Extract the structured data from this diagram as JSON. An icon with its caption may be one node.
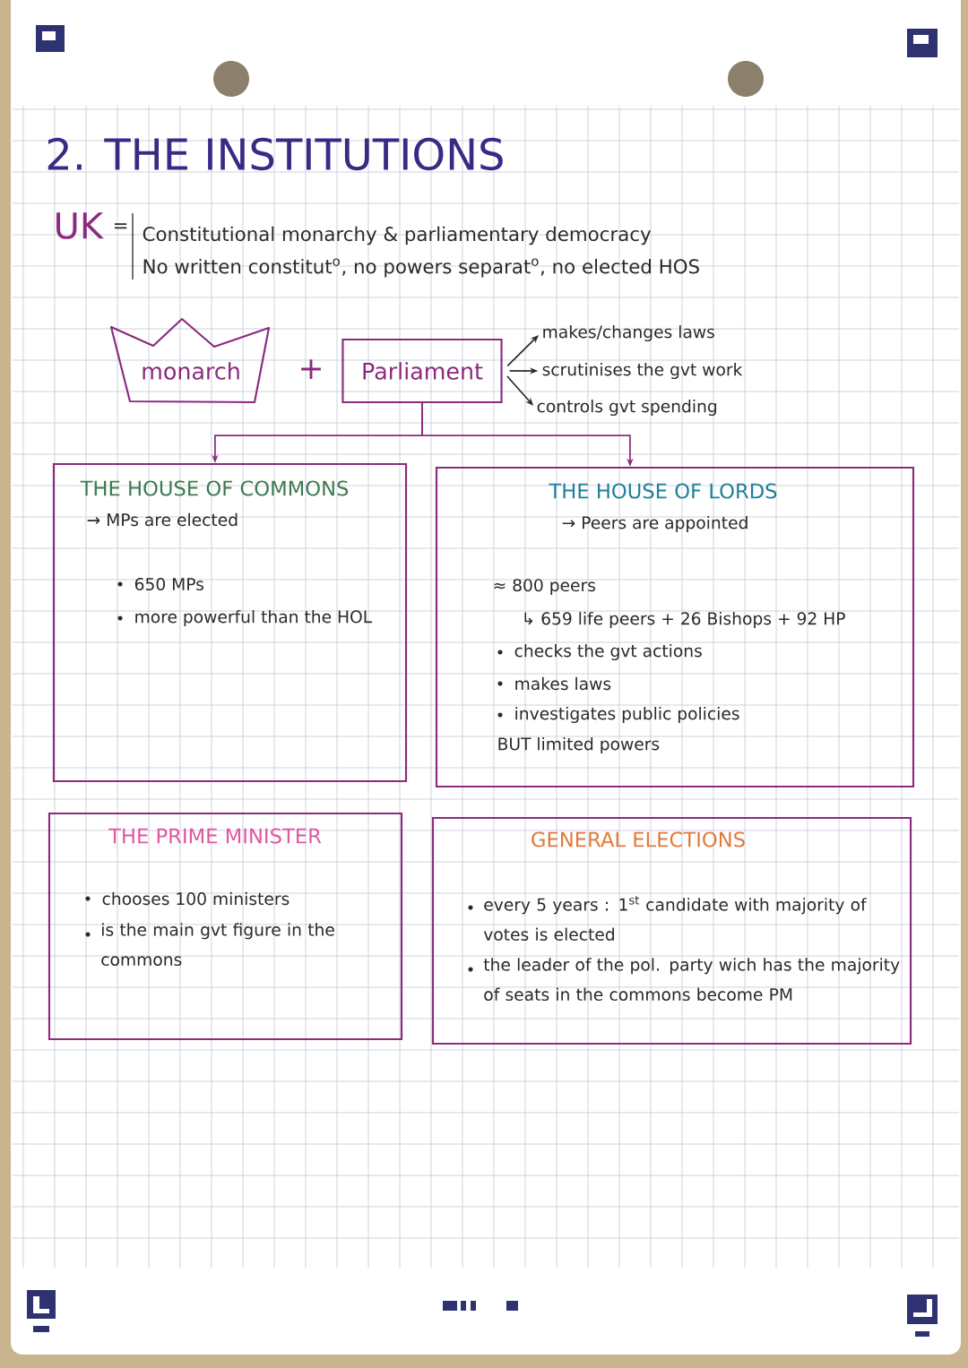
{
  "diagram": {
    "title": "2. THE INSTITUTIONS",
    "nodes": [
      {
        "text": [
          "monarch"
        ]
      },
      {
        "text": [
          "Parliament"
        ]
      },
      {
        "text": [
          "makes/changes laws"
        ]
      },
      {
        "text": [
          "scrutinises the gvt work"
        ]
      },
      {
        "text": [
          "controls gvt spending"
        ]
      },
      {
        "text": [
          "THE HOUSE OF COMMONS",
          "→ MPs are elected",
          "650 MPs",
          "more powerful than the HOL"
        ]
      },
      {
        "text": [
          "THE HOUSE OF LORDS",
          "→ Peers are appointed",
          "≈ 800 peers",
          "↳ 659 life peers + 26 Bishops + 92 HP",
          "checks the gvt actions",
          "makes laws",
          "investigates public policies",
          "BUT limited powers"
        ]
      },
      {
        "text": [
          "THE PRIME MINISTER",
          "chooses 100 ministers",
          "is the main gvt figure in the commons"
        ]
      },
      {
        "text": [
          "GENERAL ELECTIONS",
          "every 5 years : 1$^{st}$ candidate with majority of votes is elected",
          "the leader of the pol. party wich has the majority of seats in the commons become PM"
        ]
      }
    ],
    "edges": [
      {
        "from": 1,
        "to": 2,
        "arrow": "to"
      },
      {
        "from": 1,
        "to": 3,
        "arrow": "to"
      },
      {
        "from": 1,
        "to": 4,
        "arrow": "to"
      },
      {
        "from": 1,
        "to": 5,
        "arrow": "to",
        "color": "#8b2a7e"
      },
      {
        "from": 1,
        "to": 6,
        "arrow": "to",
        "color": "#8b2a7e"
      }
    ],
    "labels": [
      "UK",
      "=",
      "Constitutional monarchy & parliamentary democracy",
      "No written constitut$^{o}$, no powers separat$^{o}$, no elected HOS",
      "+"
    ]
  }
}
